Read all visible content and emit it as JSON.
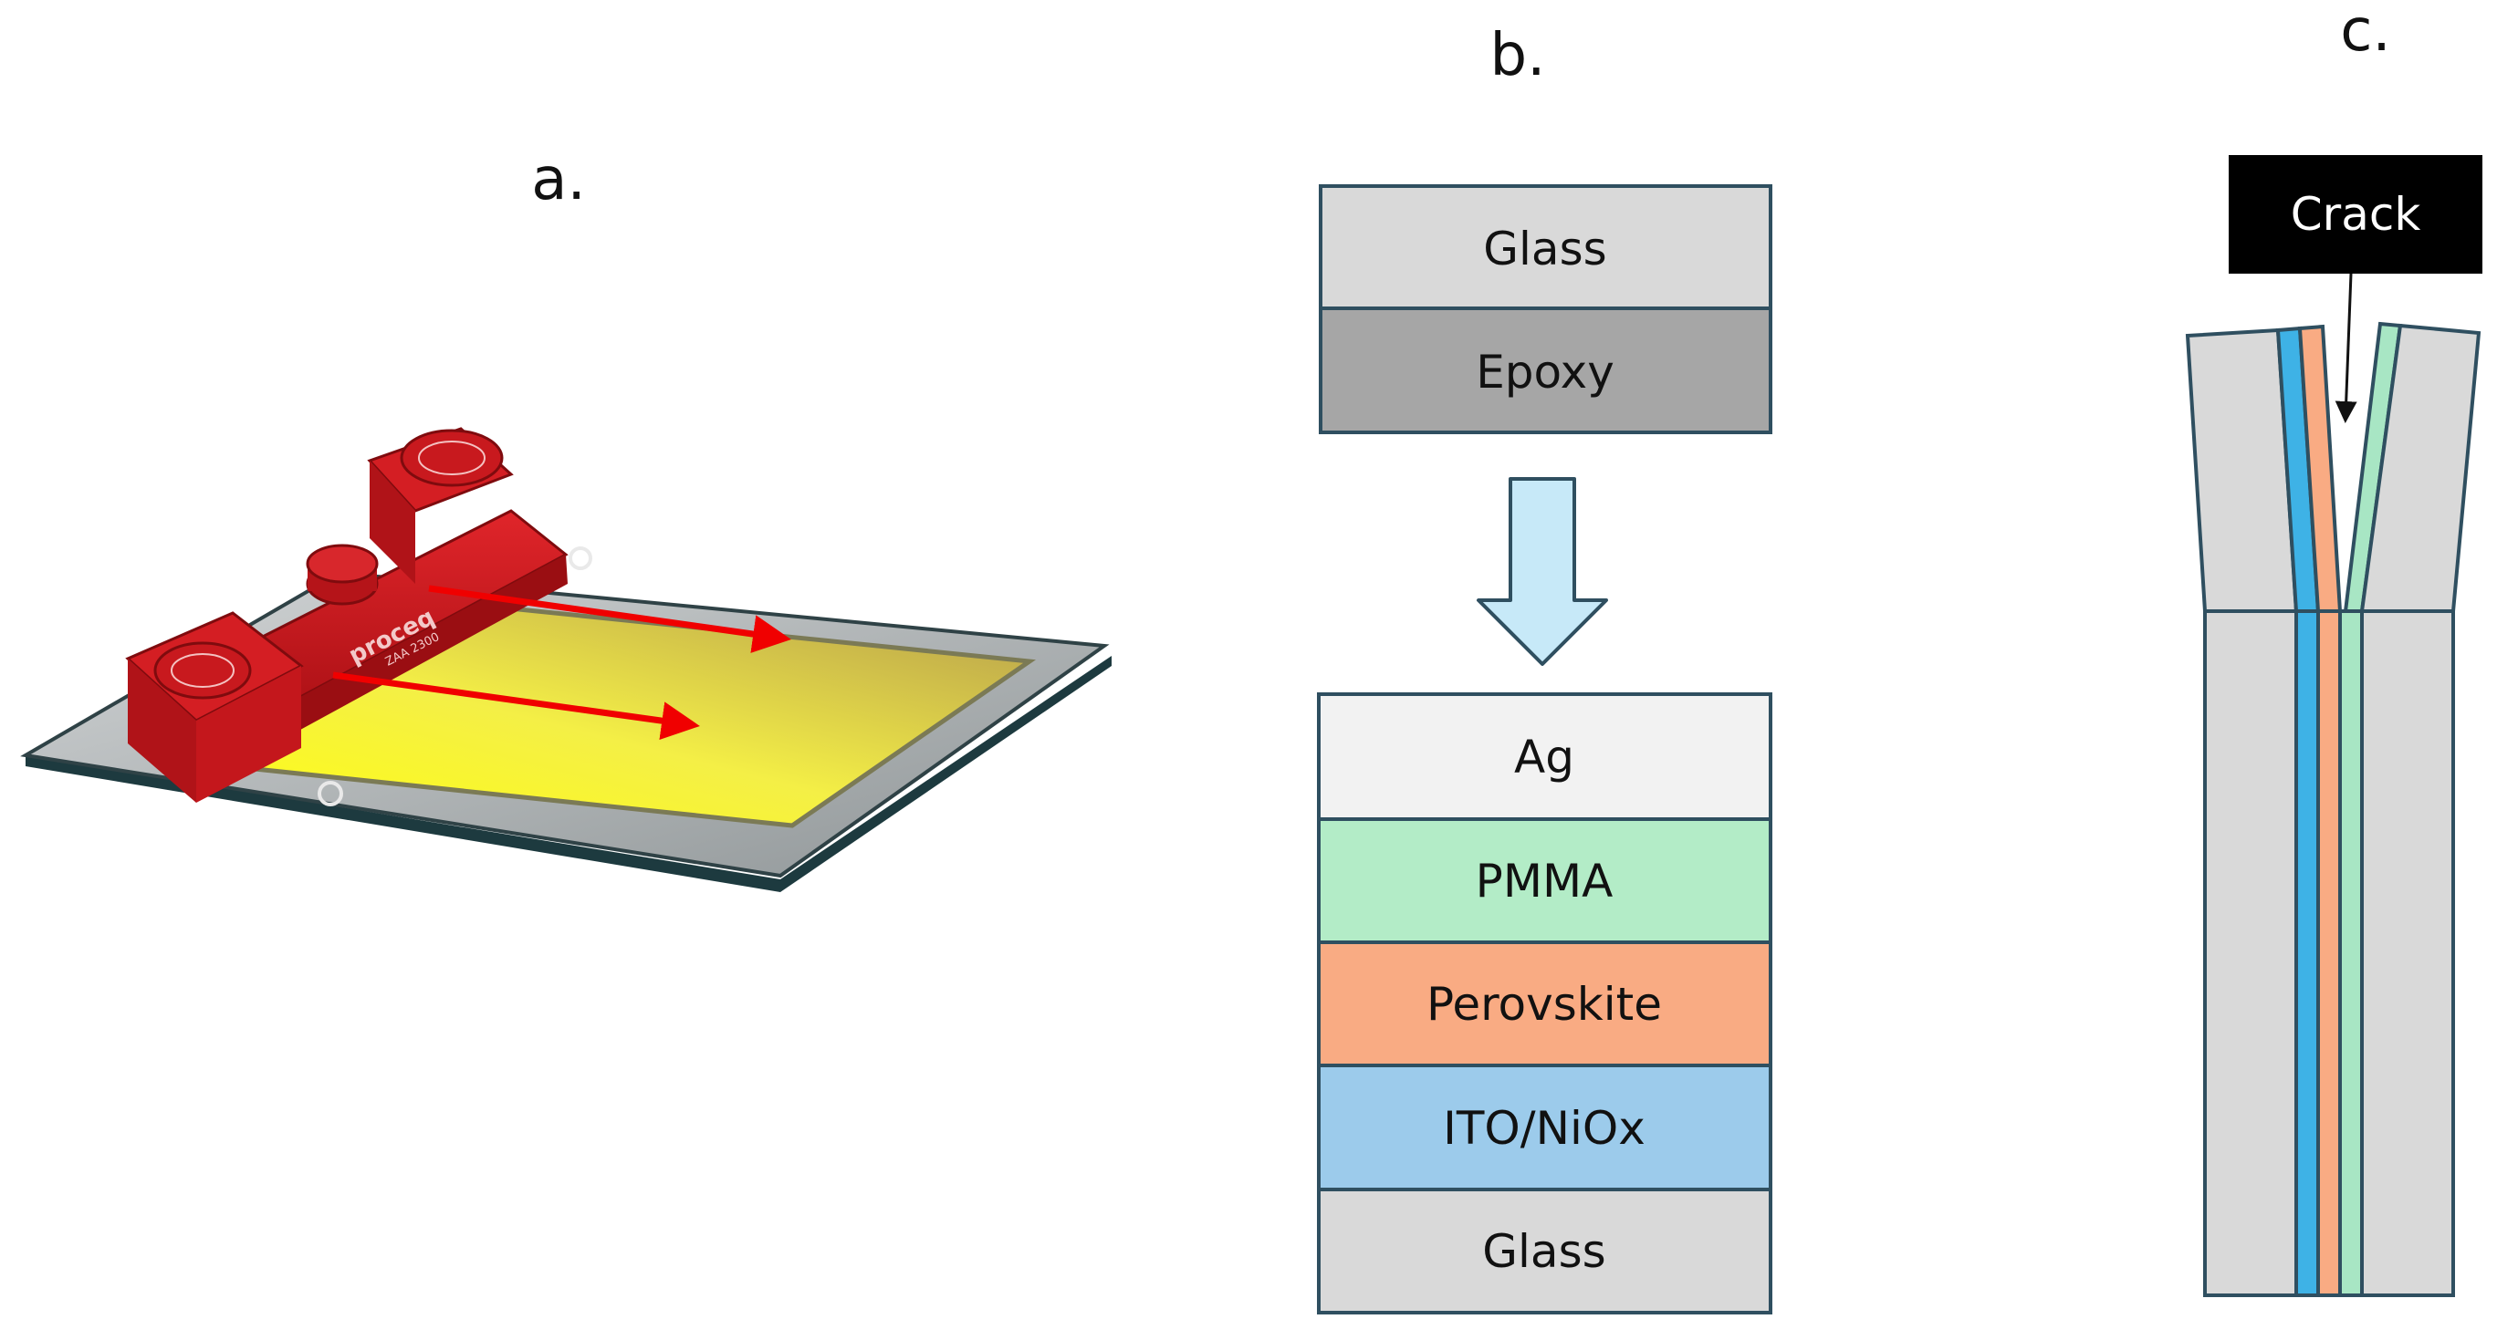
{
  "panels": {
    "a": {
      "label": "a.",
      "brand": "proceq",
      "brand_sub": "ZAA 2300",
      "colors": {
        "device": "#c8191e",
        "film": "#f6e63a",
        "glass": "#b9bec1",
        "arrow": "#f00000"
      }
    },
    "b": {
      "label": "b.",
      "top_stack": [
        {
          "label": "Glass",
          "color": "#d9d9d9"
        },
        {
          "label": "Epoxy",
          "color": "#a6a6a6"
        }
      ],
      "bottom_stack": [
        {
          "label": "Ag",
          "color": "#f2f2f2"
        },
        {
          "label": "PMMA",
          "color": "#b3ecc7"
        },
        {
          "label": "Perovskite",
          "color": "#f9ab83"
        },
        {
          "label": "ITO/NiOx",
          "color": "#9ccbeb"
        },
        {
          "label": "Glass",
          "color": "#d9d9d9"
        }
      ],
      "arrow_color": "#c7e9f8"
    },
    "c": {
      "label": "c.",
      "callout": "Crack",
      "colors": {
        "substrate": "#d9d9d9",
        "ito": "#3eb2e6",
        "perovskite": "#f9ab83",
        "pmma": "#a8e6c4"
      }
    }
  }
}
